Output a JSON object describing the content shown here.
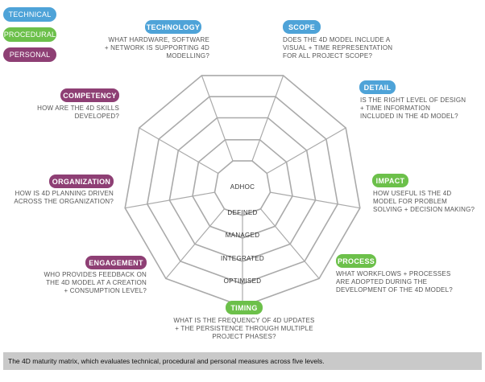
{
  "colors": {
    "technical": "#4ea3d8",
    "procedural": "#6cc04a",
    "personal": "#8e3f74",
    "ring_stroke": "#aaaaaa",
    "caption_bg": "#c9c9c9"
  },
  "legend": {
    "technical": "TECHNICAL",
    "procedural": "PROCEDURAL",
    "personal": "PERSONAL"
  },
  "measures": {
    "technology": {
      "title": "TECHNOLOGY",
      "category": "technical",
      "question": [
        "WHAT HARDWARE, SOFTWARE",
        "+ NETWORK IS SUPPORTING 4D",
        "MODELLING?"
      ]
    },
    "scope": {
      "title": "SCOPE",
      "category": "technical",
      "question": [
        "DOES THE 4D MODEL INCLUDE A",
        "VISUAL + TIME REPRESENTATION",
        "FOR ALL PROJECT SCOPE?"
      ]
    },
    "detail": {
      "title": "DETAIL",
      "category": "technical",
      "question": [
        "IS THE RIGHT LEVEL OF DESIGN",
        "+ TIME INFORMATION",
        "INCLUDED IN THE 4D MODEL?"
      ]
    },
    "impact": {
      "title": "IMPACT",
      "category": "procedural",
      "question": [
        "HOW USEFUL IS THE 4D",
        "MODEL FOR PROBLEM",
        "SOLVING + DECISION MAKING?"
      ]
    },
    "process": {
      "title": "PROCESS",
      "category": "procedural",
      "question": [
        "WHAT WORKFLOWS + PROCESSES",
        "ARE ADOPTED DURING THE",
        "DEVELOPMENT OF THE 4D MODEL?"
      ]
    },
    "timing": {
      "title": "TIMING",
      "category": "procedural",
      "question": [
        "WHAT IS THE FREQUENCY OF 4D UPDATES",
        "+ THE PERSISTENCE THROUGH MULTIPLE",
        "PROJECT PHASES?"
      ]
    },
    "engagement": {
      "title": "ENGAGEMENT",
      "category": "personal",
      "question": [
        "WHO PROVIDES FEEDBACK ON",
        "THE 4D MODEL AT A CREATION",
        "+ CONSUMPTION LEVEL?"
      ]
    },
    "organization": {
      "title": "ORGANIZATION",
      "category": "personal",
      "question": [
        "HOW IS 4D PLANNING DRIVEN",
        "ACROSS THE ORGANIZATION?"
      ]
    },
    "competency": {
      "title": "COMPETENCY",
      "category": "personal",
      "question": [
        "HOW ARE THE 4D SKILLS",
        "DEVELOPED?"
      ]
    }
  },
  "levels": [
    "ADHOC",
    "DEFINED",
    "MANAGED",
    "INTEGRATED",
    "OPTIMISED"
  ],
  "caption": "The 4D maturity matrix, which evaluates technical, procedural and personal measures across five levels."
}
